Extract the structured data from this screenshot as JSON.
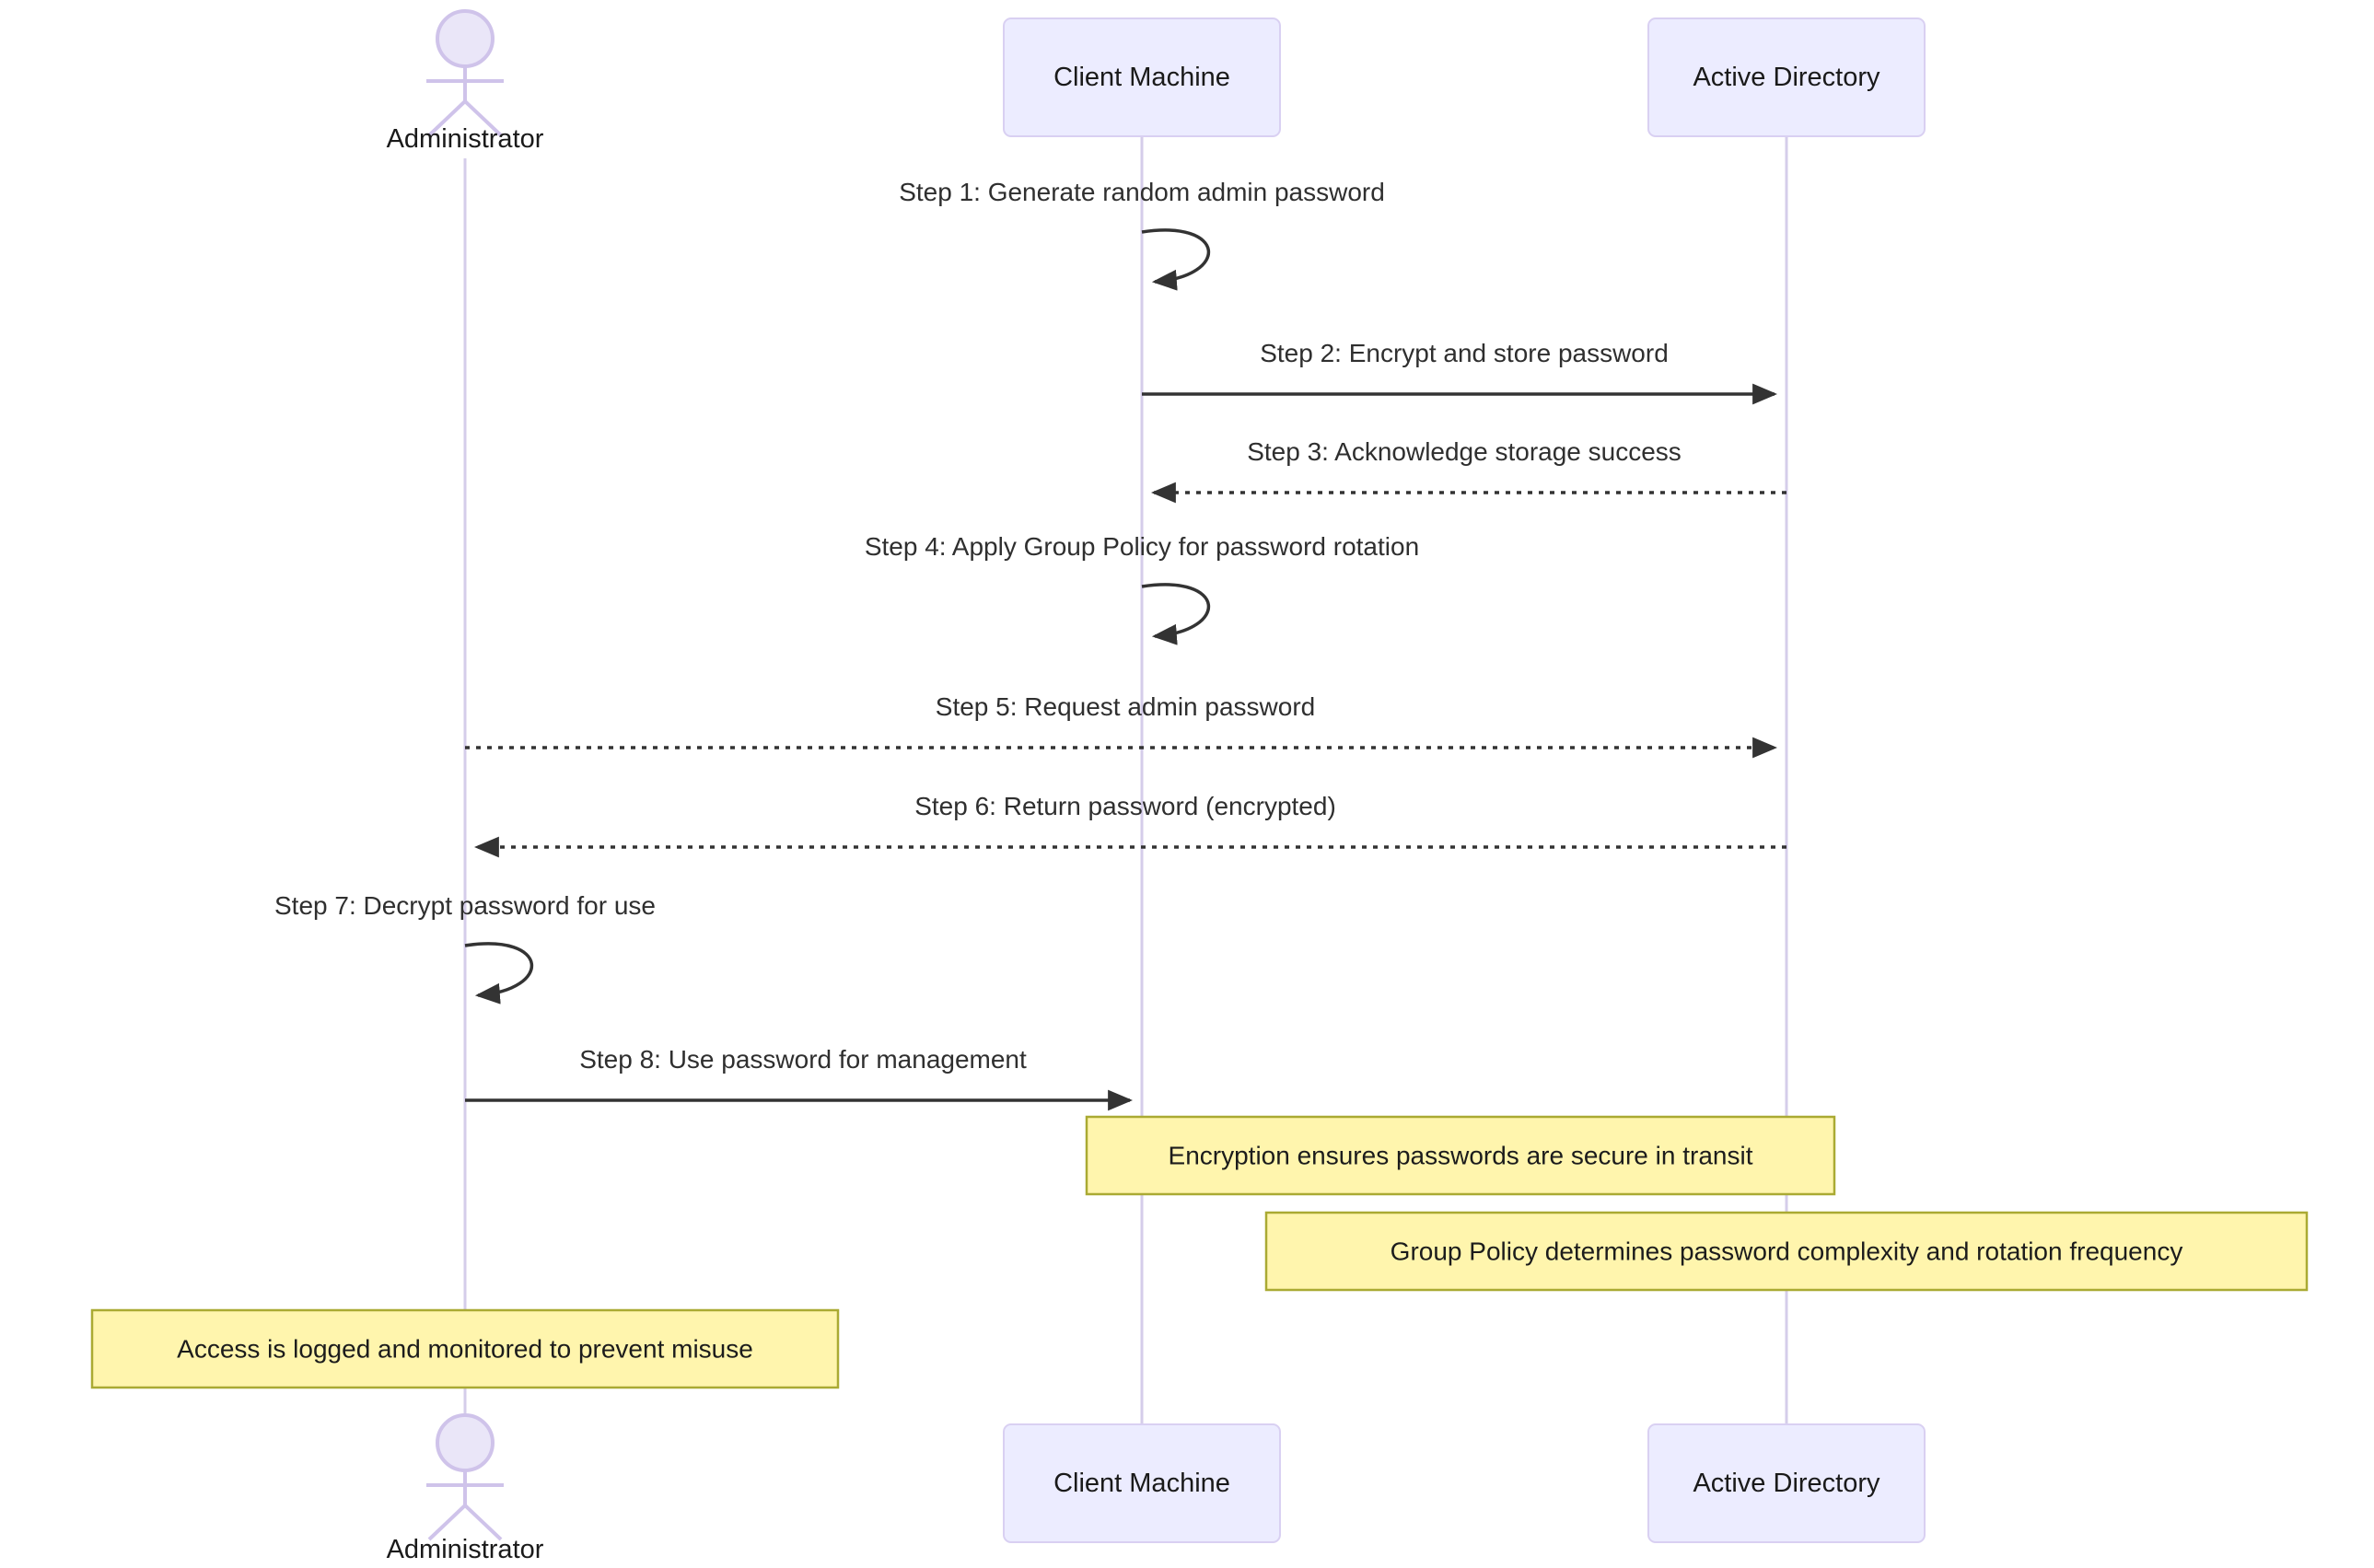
{
  "diagram": {
    "type": "sequence",
    "participants": [
      {
        "label": "Administrator",
        "kind": "actor"
      },
      {
        "label": "Client Machine",
        "kind": "participant"
      },
      {
        "label": "Active Directory",
        "kind": "participant"
      }
    ],
    "messages": [
      {
        "step": 1,
        "label": "Step 1: Generate random admin password",
        "from": "Client Machine",
        "to": "Client Machine",
        "line": "solid",
        "kind": "self"
      },
      {
        "step": 2,
        "label": "Step 2: Encrypt and store password",
        "from": "Client Machine",
        "to": "Active Directory",
        "line": "solid",
        "kind": "straight"
      },
      {
        "step": 3,
        "label": "Step 3: Acknowledge storage success",
        "from": "Active Directory",
        "to": "Client Machine",
        "line": "dotted",
        "kind": "straight"
      },
      {
        "step": 4,
        "label": "Step 4: Apply Group Policy for password rotation",
        "from": "Client Machine",
        "to": "Client Machine",
        "line": "solid",
        "kind": "self"
      },
      {
        "step": 5,
        "label": "Step 5: Request admin password",
        "from": "Administrator",
        "to": "Active Directory",
        "line": "dotted",
        "kind": "straight"
      },
      {
        "step": 6,
        "label": "Step 6: Return password (encrypted)",
        "from": "Active Directory",
        "to": "Administrator",
        "line": "dotted",
        "kind": "straight"
      },
      {
        "step": 7,
        "label": "Step 7: Decrypt password for use",
        "from": "Administrator",
        "to": "Administrator",
        "line": "solid",
        "kind": "self"
      },
      {
        "step": 8,
        "label": "Step 8: Use password for management",
        "from": "Administrator",
        "to": "Client Machine",
        "line": "solid",
        "kind": "straight"
      }
    ],
    "notes": [
      {
        "label": "Encryption ensures passwords are secure in transit",
        "over": [
          "Client Machine",
          "Active Directory"
        ]
      },
      {
        "label": "Group Policy determines password complexity and rotation frequency",
        "over": [
          "Active Directory"
        ]
      },
      {
        "label": "Access is logged and monitored to prevent misuse",
        "over": [
          "Administrator"
        ]
      }
    ],
    "colors": {
      "background": "#ffffff",
      "participant_fill": "#ECECFF",
      "participant_border": "#d9d0f2",
      "lifeline": "#d5cdea",
      "actor_line": "#cfc3ea",
      "actor_fill": "#eae6f8",
      "arrow": "#333333",
      "message_text": "#2f2f2f",
      "note_fill": "#fff5ad",
      "note_border": "#aaaa33",
      "note_text": "#1c1c1c"
    }
  }
}
